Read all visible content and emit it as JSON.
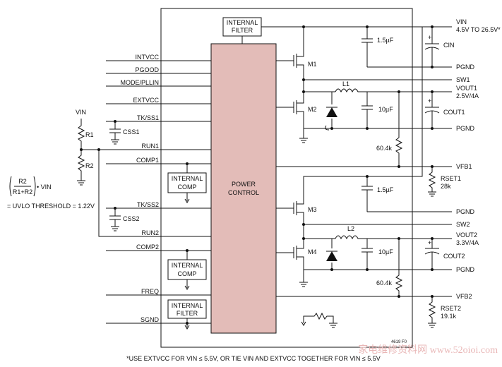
{
  "pins": {
    "intvcc": "INTVCC",
    "pgood": "PGOOD",
    "mode_pllin": "MODE/PLLIN",
    "extvcc": "EXTVCC",
    "tk_ss1": "TK/SS1",
    "run1": "RUN1",
    "comp1": "COMP1",
    "tk_ss2": "TK/SS2",
    "run2": "RUN2",
    "comp2": "COMP2",
    "freq": "FREQ",
    "sgnd": "SGND"
  },
  "blocks": {
    "internal_filter_top": [
      "INTERNAL",
      "FILTER"
    ],
    "power_control": [
      "POWER",
      "CONTROL"
    ],
    "internal_comp1": [
      "INTERNAL",
      "COMP"
    ],
    "internal_comp2": [
      "INTERNAL",
      "COMP"
    ],
    "internal_filter_bottom": [
      "INTERNAL",
      "FILTER"
    ]
  },
  "components": {
    "m1": "M1",
    "m2": "M2",
    "m3": "M3",
    "m4": "M4",
    "l1": "L1",
    "l2": "L2",
    "c_in_top": "1.5µF",
    "c_in_mid": "1.5µF",
    "c_out1": "10µF",
    "c_out2": "10µF",
    "r_fb1": "60.4k",
    "r_fb2": "60.4k",
    "rset1_name": "RSET1",
    "rset1_val": "28k",
    "rset2_name": "RSET2",
    "rset2_val": "19.1k",
    "cin_name": "CIN",
    "cout1_name": "COUT1",
    "cout2_name": "COUT2",
    "css1": "CSS1",
    "css2": "CSS2",
    "r1": "R1",
    "r2": "R2",
    "vin_left": "VIN",
    "plus": "+"
  },
  "outputs": {
    "vin_name": "VIN",
    "vin_range": "4.5V TO 26.5V*",
    "pgnd1": "PGND",
    "sw1": "SW1",
    "vout1_name": "VOUT1",
    "vout1_val": "2.5V/4A",
    "pgnd2": "PGND",
    "vfb1": "VFB1",
    "pgnd3": "PGND",
    "sw2": "SW2",
    "vout2_name": "VOUT2",
    "vout2_val": "3.3V/4A",
    "pgnd4": "PGND",
    "vfb2": "VFB2"
  },
  "equation": {
    "numerator": "R2",
    "denominator": "R1+R2",
    "suffix": "• VIN",
    "line2": "= UVLO THRESHOLD = 1.22V"
  },
  "part_code": "4619 F0",
  "footnote": "*USE EXTVCC FOR VIN ≤ 5.5V, OR TIE VIN AND EXTVCC TOGETHER FOR VIN ≤ 5.5V",
  "watermark": "家电维修资料网  www.52oioi.com"
}
